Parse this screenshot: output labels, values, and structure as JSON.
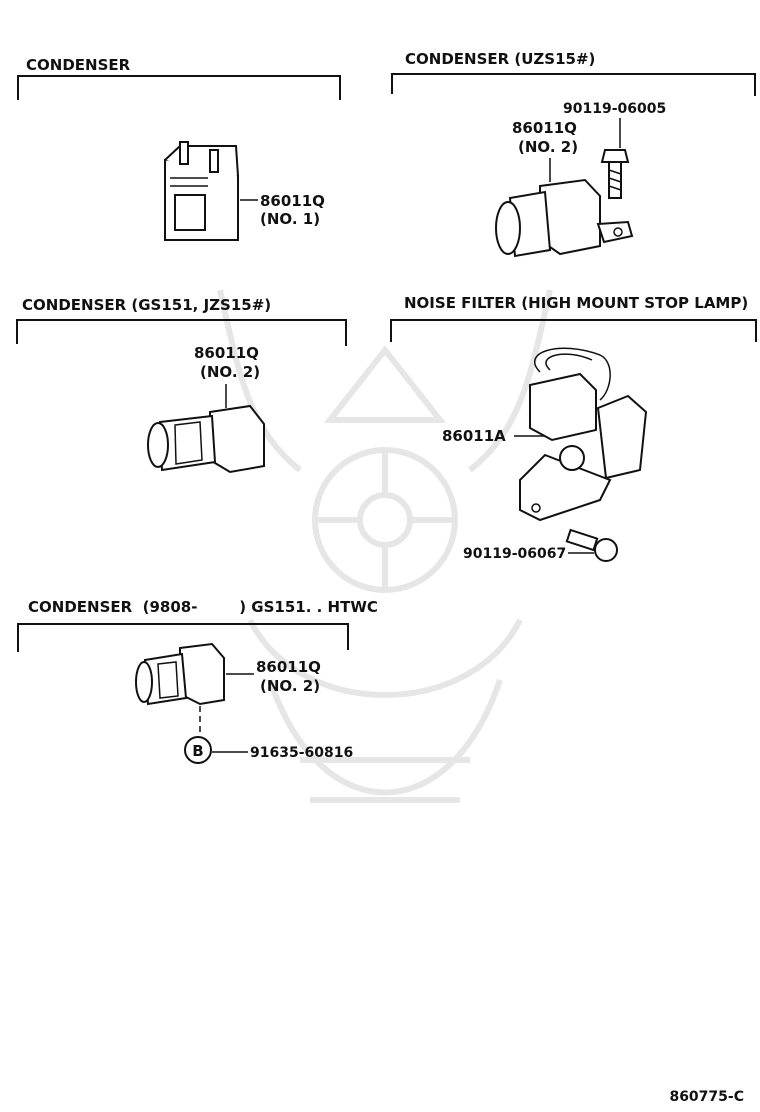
{
  "sections": [
    {
      "title": "CONDENSER",
      "callouts": [
        "86011Q",
        "(NO. 1)"
      ]
    },
    {
      "title": "CONDENSER (UZS15#)",
      "callouts": [
        "90119-06005",
        "86011Q",
        "(NO. 2)"
      ]
    },
    {
      "title": "CONDENSER (GS151, JZS15#)",
      "callouts": [
        "86011Q",
        "(NO. 2)"
      ]
    },
    {
      "title": "NOISE FILTER (HIGH MOUNT STOP LAMP)",
      "callouts": [
        "86011A",
        "90119-06067"
      ]
    },
    {
      "title": "CONDENSER  (9808-        ) GS151. . HTWC",
      "callouts": [
        "86011Q",
        "(NO. 2)",
        "B",
        "91635-60816"
      ]
    }
  ],
  "figure_code": "860775-C"
}
